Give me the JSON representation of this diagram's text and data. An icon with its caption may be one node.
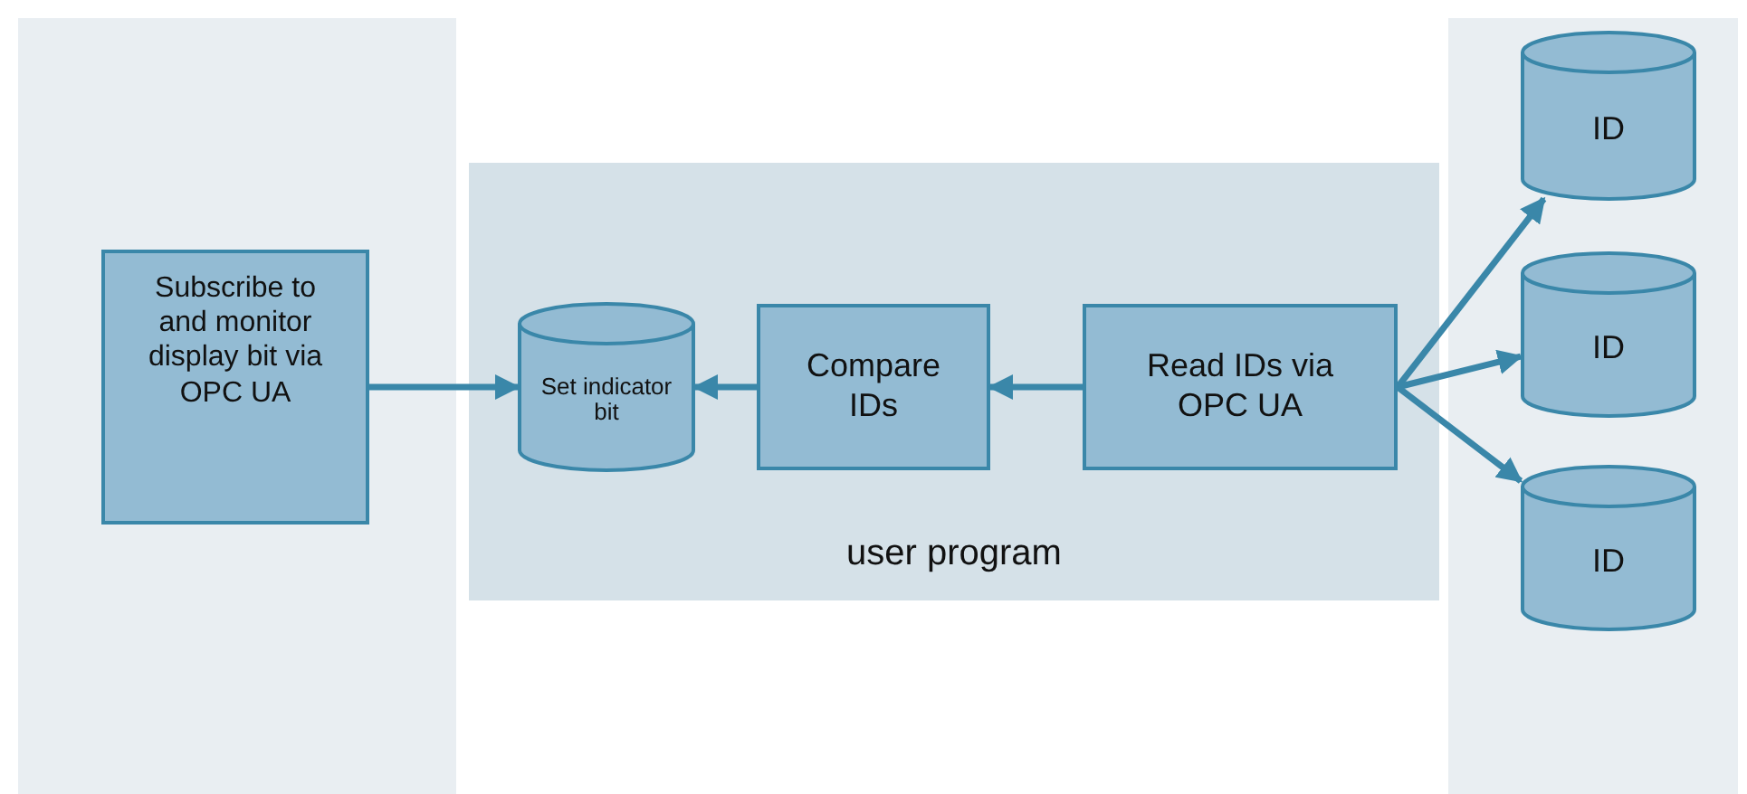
{
  "diagram": {
    "nodes": [
      {
        "text": [],
        "shape": "box"
      },
      {
        "text": [
          "user program"
        ]
      },
      {
        "text": [],
        "shape": "box"
      },
      {
        "text": [
          "Subscribe to and monitor display bit via OPC UA"
        ],
        "in": 0
      },
      {
        "text": [
          "Set indicator bit"
        ],
        "in": 1
      },
      {
        "text": [
          "Compare IDs"
        ],
        "in": 1
      },
      {
        "text": [
          "Read IDs via OPC UA"
        ],
        "in": 1
      },
      {
        "text": [
          "ID"
        ],
        "in": 2
      },
      {
        "text": [
          "ID"
        ],
        "in": 2
      },
      {
        "text": [
          "ID"
        ],
        "in": 2
      }
    ],
    "edges": [
      {
        "from": 3,
        "to": 4,
        "arrow": "to"
      },
      {
        "from": 5,
        "to": 4,
        "arrow": "to"
      },
      {
        "from": 6,
        "to": 5,
        "arrow": "to"
      },
      {
        "from": 6,
        "to": 7,
        "arrow": "to"
      },
      {
        "from": 6,
        "to": 8,
        "arrow": "to"
      },
      {
        "from": 6,
        "to": 9,
        "arrow": "to"
      }
    ]
  }
}
